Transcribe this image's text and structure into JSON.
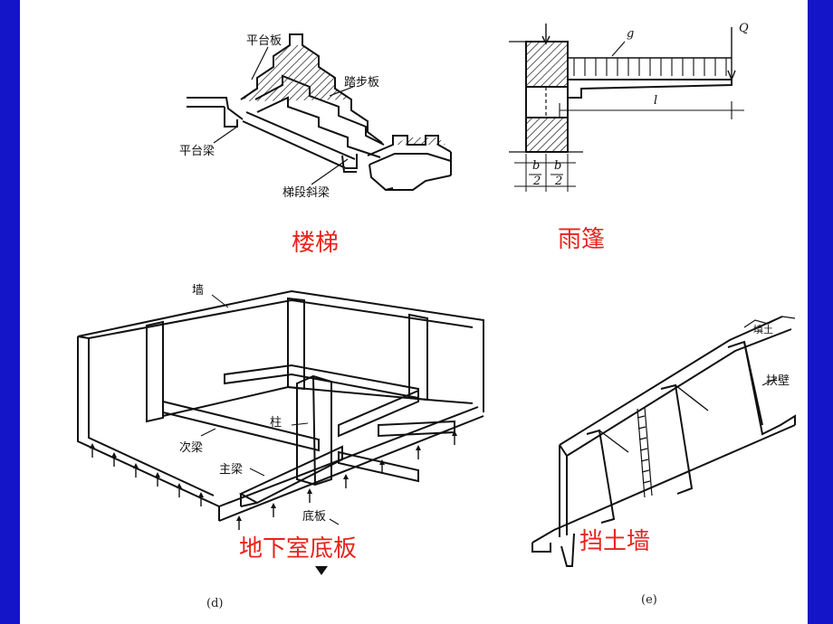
{
  "stair": {
    "caption": "楼梯",
    "labels": {
      "landing_slab": "平台板",
      "tread_slab": "踏步板",
      "landing_beam": "平台梁",
      "stringer": "梯段斜梁"
    }
  },
  "canopy": {
    "caption": "雨篷",
    "symbols": {
      "g": "g",
      "Q": "Q",
      "l": "l",
      "b_left": "b",
      "two_left": "2",
      "b_right": "b",
      "two_right": "2"
    }
  },
  "basement": {
    "caption": "地下室底板",
    "figure_tag": "(d)",
    "labels": {
      "wall": "墙",
      "column": "柱",
      "secondary_beam": "次梁",
      "main_beam": "主梁",
      "base_slab": "底板"
    }
  },
  "retaining": {
    "caption": "挡土墙",
    "figure_tag": "(e)",
    "labels": {
      "counterfort": "扶壁",
      "fill": "填土"
    }
  },
  "colors": {
    "frame": "#1414c8",
    "caption": "#e8231c",
    "line": "#111111"
  }
}
